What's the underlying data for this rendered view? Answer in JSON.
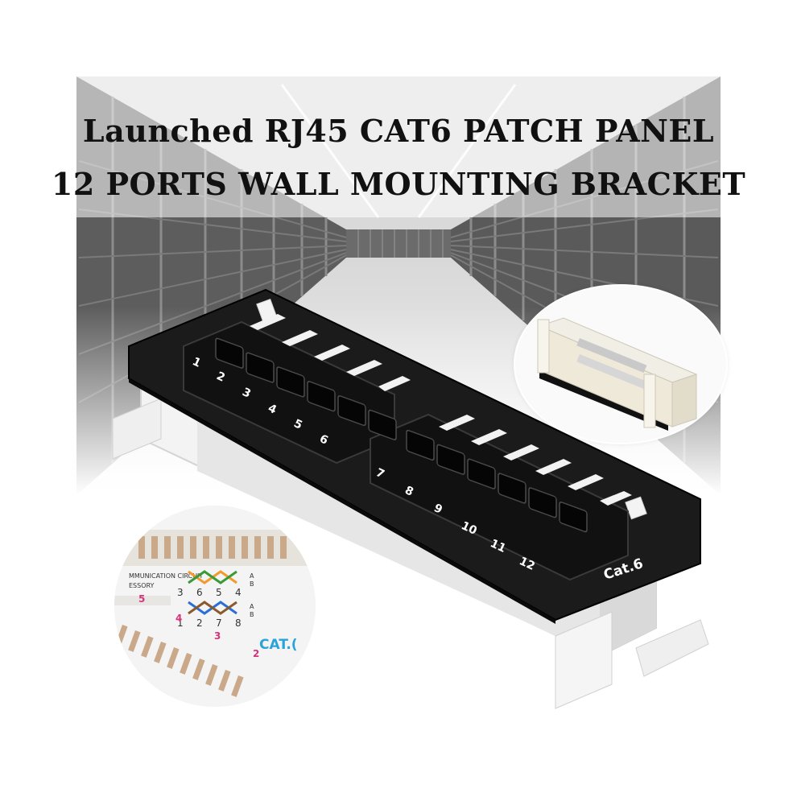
{
  "headline": {
    "line1": "Launched RJ45 CAT6 PATCH PANEL",
    "line2": "12 PORTS WALL MOUNTING BRACKET"
  },
  "panel": {
    "brand": "Cat.6",
    "ports": [
      "1",
      "2",
      "3",
      "4",
      "5",
      "6",
      "7",
      "8",
      "9",
      "10",
      "11",
      "12"
    ]
  },
  "inset_left": {
    "label1": "MMUNICATION CIRCUIT",
    "label2": "ESSORY",
    "cat_label": "CAT.(",
    "pins_top": [
      "3",
      "6",
      "5",
      "4"
    ],
    "pins_bottom": [
      "1",
      "2",
      "7",
      "8"
    ],
    "block_numbers": [
      "5",
      "4",
      "3",
      "2"
    ],
    "ab_marks": [
      "A",
      "B",
      "A",
      "B"
    ]
  },
  "colors": {
    "panel_black": "#1b1b1b",
    "bracket_white": "#f2f2f2",
    "cat_blue": "#2aa3d8",
    "punch_pink": "#d6337a"
  }
}
